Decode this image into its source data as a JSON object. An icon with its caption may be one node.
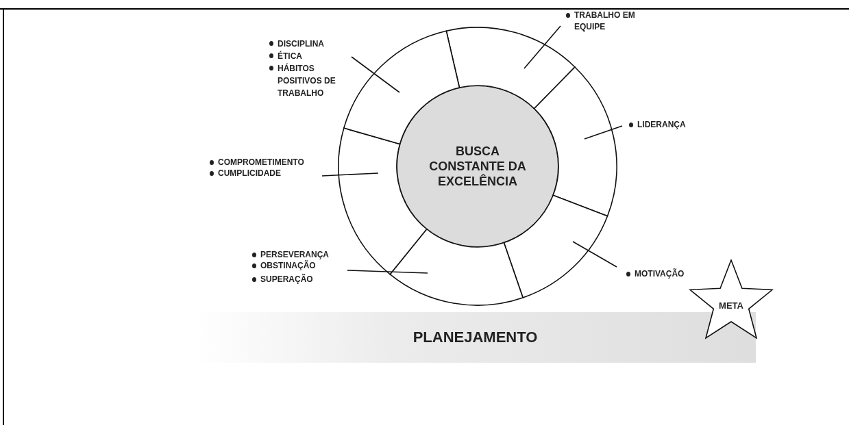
{
  "diagram": {
    "nodes": [
      {
        "text": [
          "BUSCA CONSTANTE DA EXCELÊNCIA"
        ]
      },
      {
        "text": [],
        "shape": "sector"
      },
      {
        "text": [],
        "shape": "sector"
      },
      {
        "text": [],
        "shape": "sector"
      },
      {
        "text": [],
        "shape": "sector"
      },
      {
        "text": [],
        "shape": "sector"
      },
      {
        "text": [],
        "shape": "sector"
      },
      {
        "text": [
          "TRABALHO EM EQUIPE"
        ]
      },
      {
        "text": [
          "LIDERANÇA"
        ]
      },
      {
        "text": [
          "MOTIVAÇÃO"
        ]
      },
      {
        "text": [
          "PERSEVERANÇA",
          "OBSTINAÇÃO",
          "SUPERAÇÃO"
        ]
      },
      {
        "text": [
          "COMPROMETIMENTO",
          "CUMPLICIDADE"
        ]
      },
      {
        "text": [
          "DISCIPLINA",
          "ÉTICA",
          "HÁBITOS POSITIVOS DE TRABALHO"
        ]
      },
      {
        "text": [
          "META"
        ]
      },
      {
        "text": [
          "PLANEJAMENTO"
        ]
      }
    ],
    "edges": [
      {
        "from": 7,
        "to": 1,
        "arrow": "none"
      },
      {
        "from": 8,
        "to": 2,
        "arrow": "none"
      },
      {
        "from": 9,
        "to": 3,
        "arrow": "none"
      },
      {
        "from": 10,
        "to": 4,
        "arrow": "none"
      },
      {
        "from": 11,
        "to": 5,
        "arrow": "none"
      },
      {
        "from": 12,
        "to": 6,
        "arrow": "none"
      }
    ]
  }
}
